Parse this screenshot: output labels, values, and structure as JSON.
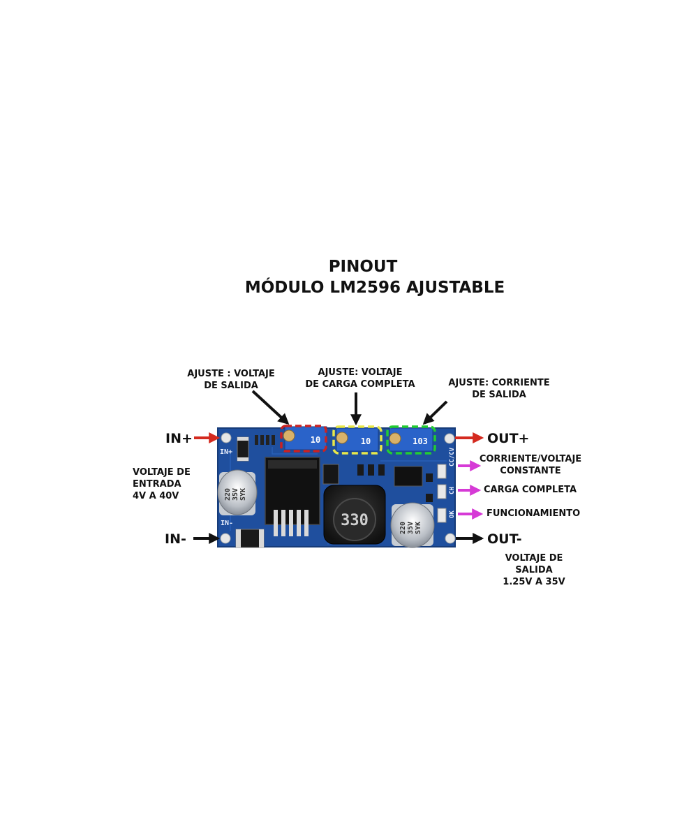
{
  "title": {
    "line1": "PINOUT",
    "line2": "MÓDULO LM2596 AJUSTABLE"
  },
  "adjusters": {
    "output_voltage": {
      "text": "AJUSTE : VOLTAJE\nDE SALIDA",
      "color": "#cc2222"
    },
    "full_charge_voltage": {
      "text": "AJUSTE: VOLTAJE\nDE CARGA COMPLETA",
      "color": "#e8e84a"
    },
    "output_current": {
      "text": "AJUSTE: CORRIENTE\nDE SALIDA",
      "color": "#22cc33"
    }
  },
  "pins": {
    "in_plus": "IN+",
    "in_minus": "IN-",
    "out_plus": "OUT+",
    "out_minus": "OUT-"
  },
  "specs": {
    "input_voltage": "VOLTAJE DE\nENTRADA\n4V A 40V",
    "output_voltage": "VOLTAJE DE\nSALIDA\n1.25V A 35V"
  },
  "leds": {
    "cc_cv": "CORRIENTE/VOLTAJE\nCONSTANTE",
    "full_charge": "CARGA COMPLETA",
    "operation": "FUNCIONAMIENTO"
  },
  "board_markings": {
    "inductor": "330",
    "cap_left": "220\n35V\nSYK",
    "cap_right": "220\n35V\nSYK",
    "pot1": "10",
    "pot2": "10",
    "pot3": "103",
    "silk_in_plus": "IN+",
    "silk_in_minus": "IN-",
    "silk_cc_cv": "CC/CV",
    "silk_ch": "CH",
    "silk_ok": "OK"
  },
  "colors": {
    "pcb": "#1f4f9e",
    "power_arrow": "#d42a1f",
    "ground_arrow": "#111111",
    "led_arrow": "#d63ad6",
    "pot_body": "#2a63c9"
  }
}
